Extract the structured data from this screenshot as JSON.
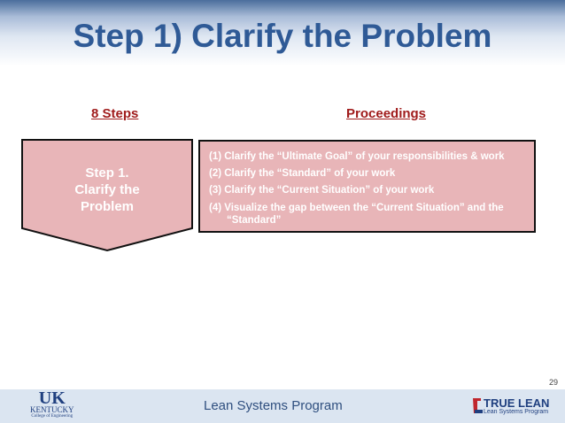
{
  "title": "Step 1) Clarify the Problem",
  "columns": {
    "left": "8 Steps",
    "right": "Proceedings"
  },
  "step": {
    "line1": "Step 1.",
    "line2": "Clarify the",
    "line3": "Problem"
  },
  "proceedings": [
    "(1) Clarify the “Ultimate Goal” of your responsibilities & work",
    "(2) Clarify the “Standard” of your work",
    "(3) Clarify the “Current Situation” of your work",
    "(4) Visualize the gap between the “Current Situation” and the “Standard”"
  ],
  "page_number": "29",
  "footer": {
    "program": "Lean Systems Program",
    "uk_logo": "UK",
    "uk_name": "KENTUCKY",
    "uk_college": "College of Engineering",
    "truelean": "TRUE LEAN",
    "truelean_sub": "Lean Systems Program"
  },
  "colors": {
    "title": "#2f5a96",
    "heading": "#a01c1c",
    "box": "#e8b5b8"
  }
}
